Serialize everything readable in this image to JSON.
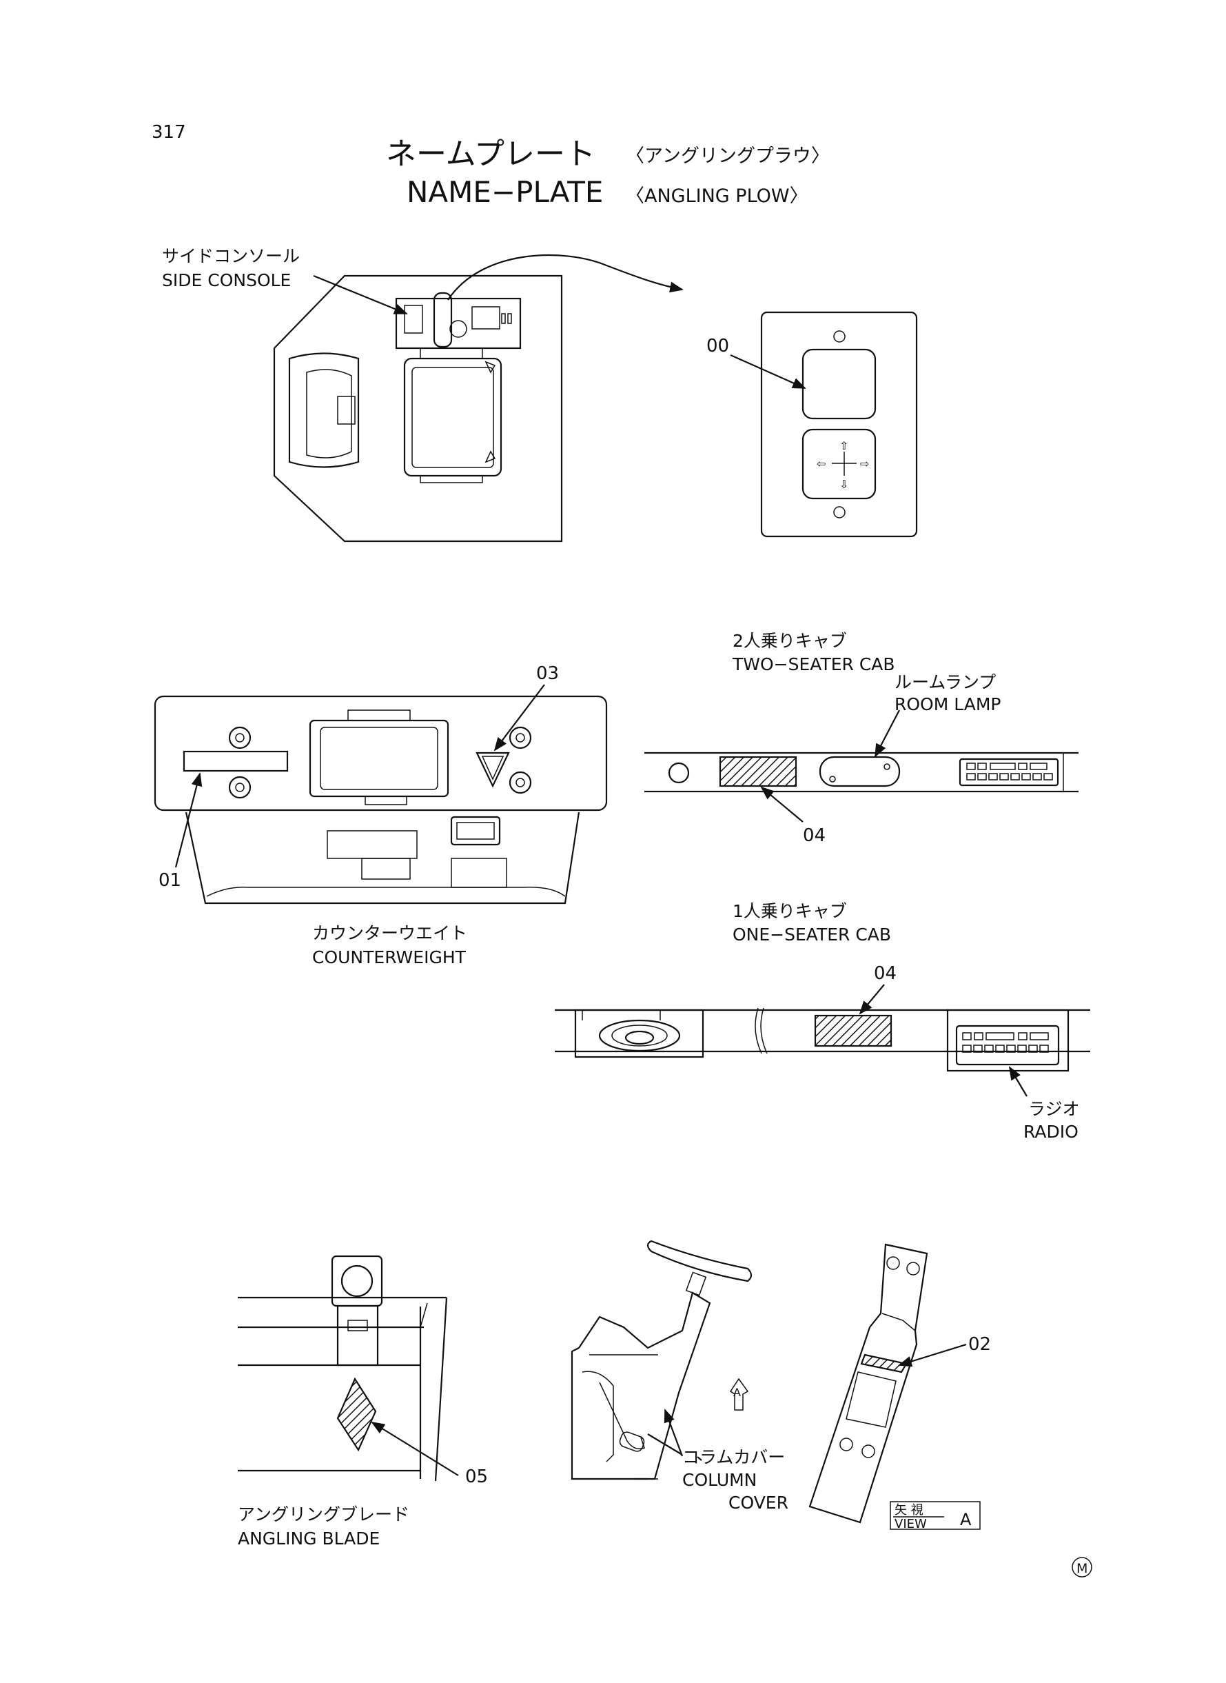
{
  "page_number": "317",
  "title": {
    "jp": "ネームプレート",
    "jp_sub": "〈アングリングプラウ〉",
    "en": "NAME−PLATE",
    "en_sub": "〈ANGLING PLOW〉"
  },
  "side_console": {
    "label_jp": "サイドコンソール",
    "label_en": "SIDE CONSOLE",
    "callout": "00"
  },
  "counterweight": {
    "label_jp": "カウンターウエイト",
    "label_en": "COUNTERWEIGHT",
    "callout_plate": "01",
    "callout_triangle": "03"
  },
  "two_seater_cab": {
    "label_jp": "2人乗りキャブ",
    "label_en": "TWO−SEATER CAB",
    "room_lamp_jp": "ルームランプ",
    "room_lamp_en": "ROOM LAMP",
    "callout": "04"
  },
  "one_seater_cab": {
    "label_jp": "1人乗りキャブ",
    "label_en": "ONE−SEATER CAB",
    "radio_jp": "ラジオ",
    "radio_en": "RADIO",
    "callout": "04"
  },
  "angling_blade": {
    "label_jp": "アングリングブレード",
    "label_en": "ANGLING BLADE",
    "callout": "05"
  },
  "column_cover": {
    "label_jp": "コラムカバー",
    "label_en_1": "COLUMN",
    "label_en_2": "COVER",
    "view_marker": "A"
  },
  "view_a": {
    "callout": "02",
    "label_jp": "矢 視",
    "label_en": "VIEW",
    "letter": "A"
  },
  "footer_mark": "M"
}
